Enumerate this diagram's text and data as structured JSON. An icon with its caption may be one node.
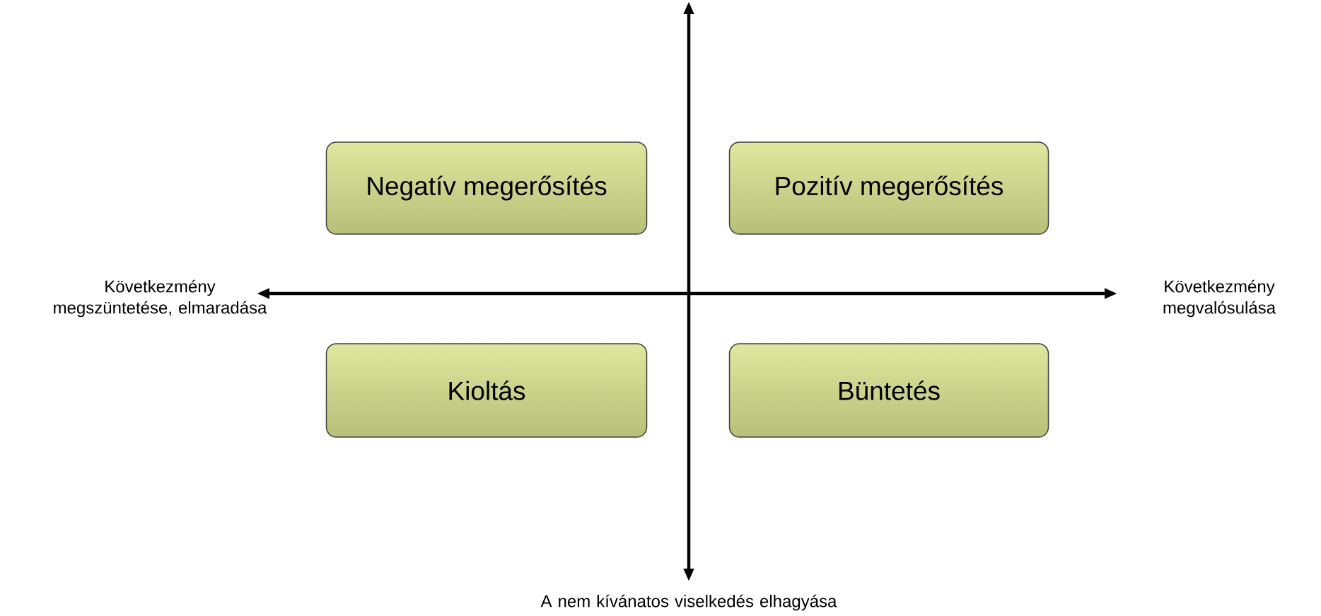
{
  "diagram": {
    "nodes": [
      {
        "text": [
          "Negatív megerősítés"
        ]
      },
      {
        "text": [
          "Pozitív megerősítés"
        ]
      },
      {
        "text": [
          "Kioltás"
        ]
      },
      {
        "text": [
          "Büntetés"
        ]
      }
    ],
    "labels": [
      "Következmény megszüntetése, elmaradása",
      "Következmény megvalósulása",
      "A nem kívánatos viselkedés elhagyása"
    ]
  }
}
